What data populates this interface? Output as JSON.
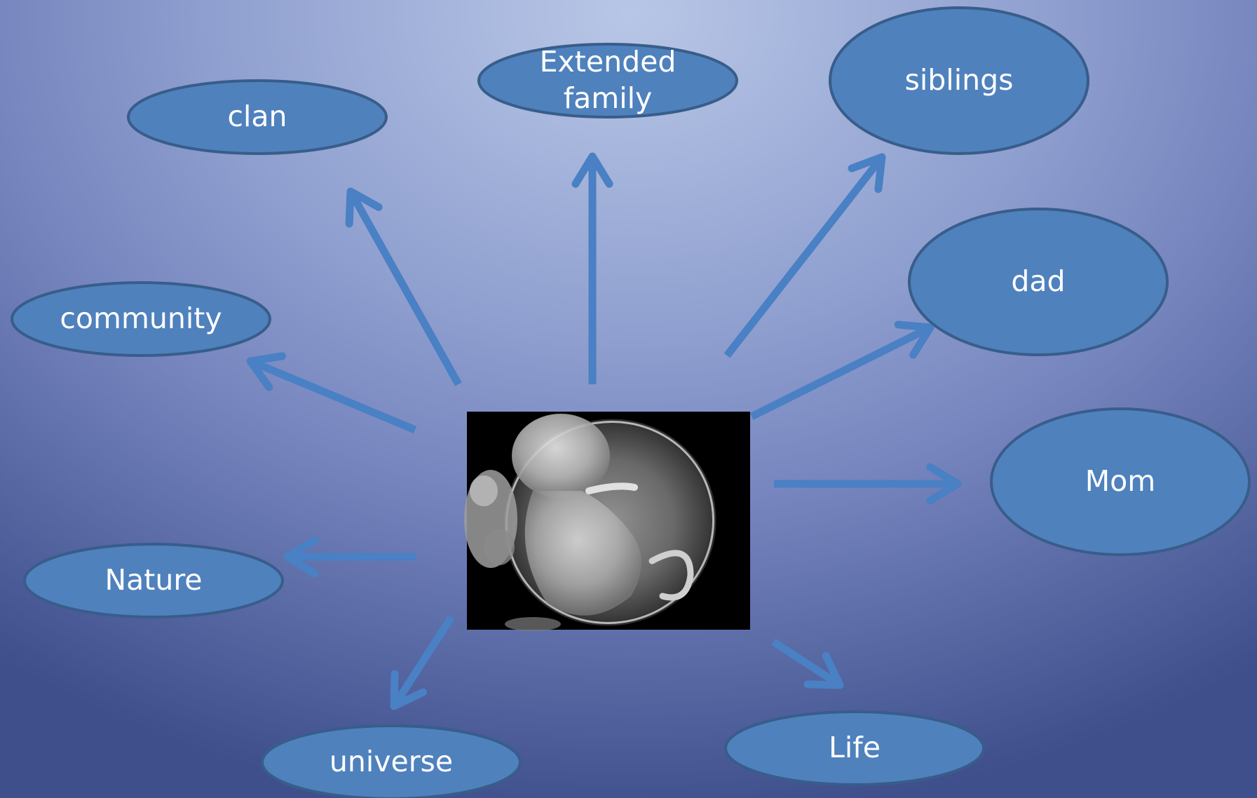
{
  "diagram": {
    "center_image": {
      "description_icon": "fetus-in-womb-photo"
    },
    "nodes": [
      {
        "id": "clan",
        "label_lines": [
          "clan"
        ]
      },
      {
        "id": "extended-family",
        "label_lines": [
          "Extended",
          "family"
        ]
      },
      {
        "id": "siblings",
        "label_lines": [
          "siblings"
        ]
      },
      {
        "id": "dad",
        "label_lines": [
          "dad"
        ]
      },
      {
        "id": "mom",
        "label_lines": [
          "Mom"
        ]
      },
      {
        "id": "life",
        "label_lines": [
          "Life"
        ]
      },
      {
        "id": "universe",
        "label_lines": [
          "universe"
        ]
      },
      {
        "id": "nature",
        "label_lines": [
          "Nature"
        ]
      },
      {
        "id": "community",
        "label_lines": [
          "community"
        ]
      }
    ],
    "colors": {
      "node_fill": "#4f81bd",
      "node_border": "#385d8a",
      "arrow": "#4a80c4",
      "label": "#ffffff"
    }
  }
}
